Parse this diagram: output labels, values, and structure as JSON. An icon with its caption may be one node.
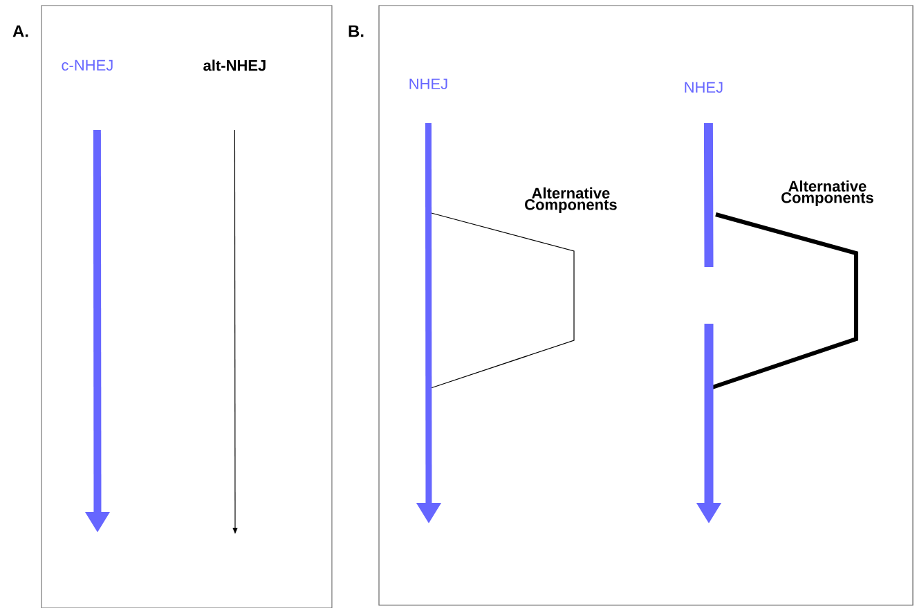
{
  "diagram": {
    "nodes": [
      {
        "text": [],
        "shape": "box"
      },
      {
        "text": [
          "c-NHEJ"
        ],
        "in": 0
      },
      {
        "text": [
          "alt-NHEJ"
        ],
        "in": 0
      },
      {
        "text": [],
        "shape": "box"
      },
      {
        "text": [
          "NHEJ"
        ],
        "in": 3
      },
      {
        "text": [
          "Alternative Components"
        ],
        "in": 3
      },
      {
        "text": [
          "NHEJ"
        ],
        "in": 3
      },
      {
        "text": [
          "Alternative Components"
        ],
        "in": 3
      }
    ],
    "edges": [
      {
        "from": 1,
        "to": null,
        "arrow": "to",
        "color": "#6666ff"
      },
      {
        "from": 2,
        "to": null,
        "arrow": "to",
        "color": "#000000"
      },
      {
        "from": 4,
        "to": null,
        "arrow": "to",
        "color": "#6666ff"
      },
      {
        "from": 6,
        "to": null,
        "arrow": "to",
        "color": "#6666ff"
      }
    ],
    "labels": [
      "A.",
      "B."
    ]
  }
}
